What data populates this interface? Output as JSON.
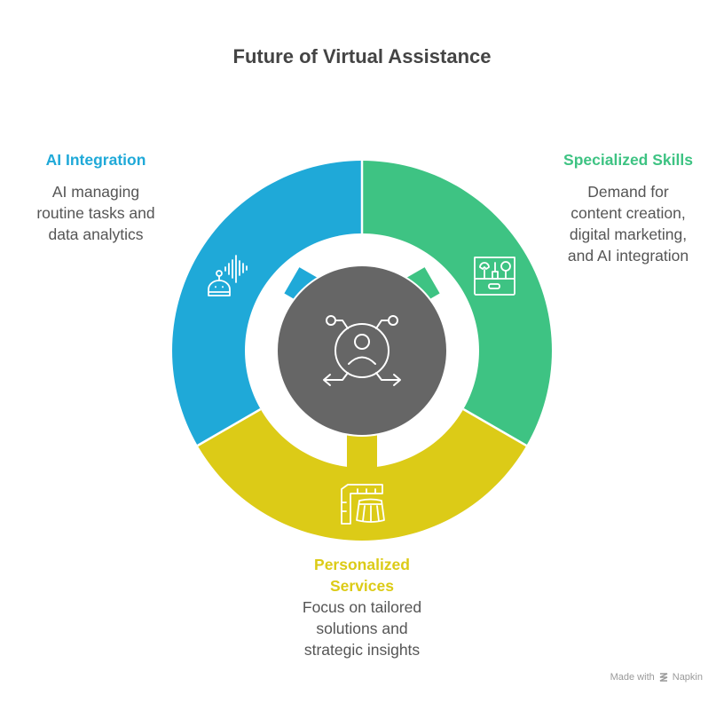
{
  "title": "Future of Virtual Assistance",
  "colors": {
    "ai_integration": "#1fa9d8",
    "specialized_skills": "#3ec383",
    "personalized_services": "#dccb17",
    "center": "#666666",
    "title_text": "#444444",
    "body_text": "#555555"
  },
  "segments": [
    {
      "id": "ai-integration",
      "heading": "AI Integration",
      "description_lines": [
        "AI managing",
        "routine tasks and",
        "data analytics"
      ],
      "icon": "robot-voice-icon"
    },
    {
      "id": "specialized-skills",
      "heading": "Specialized Skills",
      "description_lines": [
        "Demand for",
        "content creation,",
        "digital marketing,",
        "and AI integration"
      ],
      "icon": "toolbox-icon"
    },
    {
      "id": "personalized-services",
      "heading": "Personalized",
      "heading_line2": "Services",
      "description_lines": [
        "Focus on tailored",
        "solutions and",
        "strategic insights"
      ],
      "icon": "tailoring-skirt-icon"
    }
  ],
  "center": {
    "icon": "user-hub-arrows-icon"
  },
  "footer": {
    "made_with": "Made with",
    "brand": "Napkin"
  }
}
